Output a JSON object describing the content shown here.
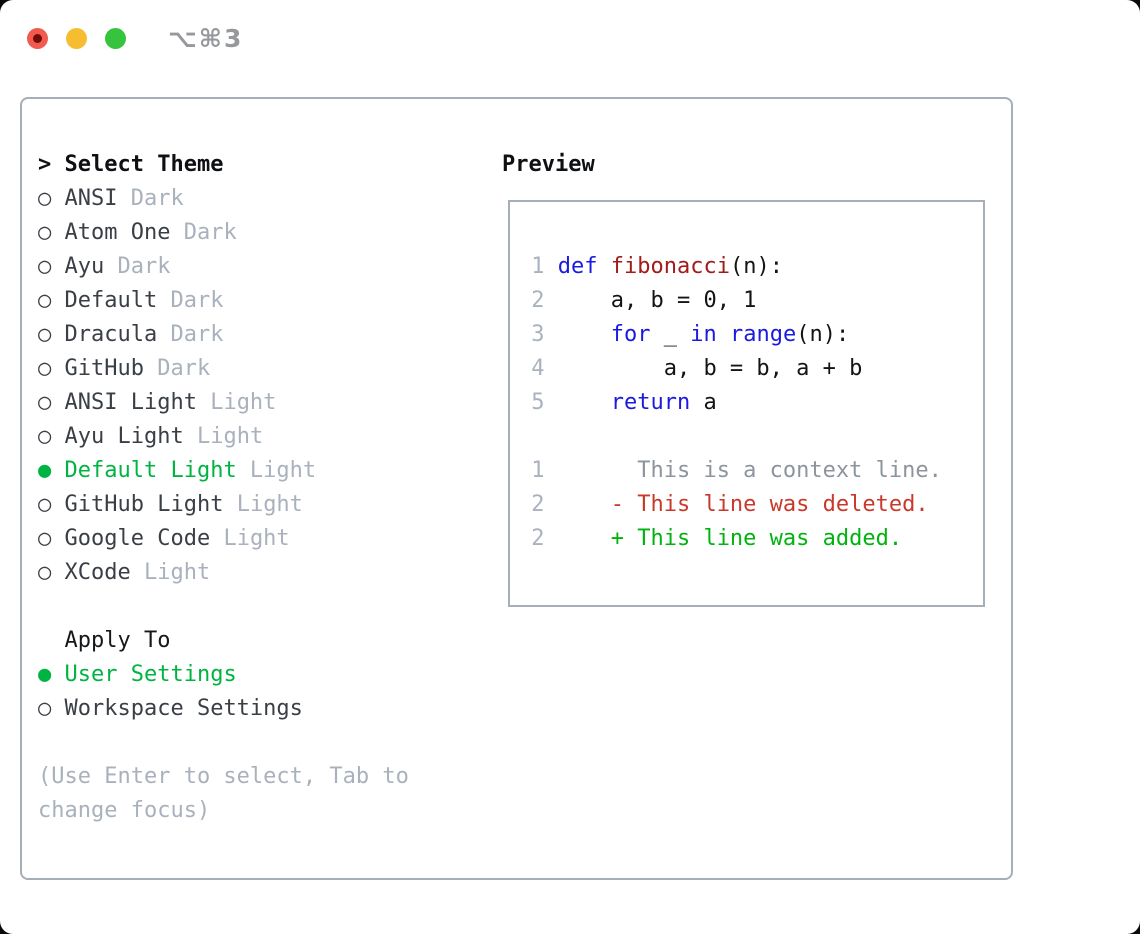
{
  "window": {
    "title": "⌥⌘3"
  },
  "markers": {
    "header_prefix": "> ",
    "selected": "●",
    "unselected": "○"
  },
  "theme_panel": {
    "header": "Select Theme",
    "items": [
      {
        "name": "ANSI",
        "tag": "Dark",
        "selected": false
      },
      {
        "name": "Atom One",
        "tag": "Dark",
        "selected": false
      },
      {
        "name": "Ayu",
        "tag": "Dark",
        "selected": false
      },
      {
        "name": "Default",
        "tag": "Dark",
        "selected": false
      },
      {
        "name": "Dracula",
        "tag": "Dark",
        "selected": false
      },
      {
        "name": "GitHub",
        "tag": "Dark",
        "selected": false
      },
      {
        "name": "ANSI Light",
        "tag": "Light",
        "selected": false
      },
      {
        "name": "Ayu Light",
        "tag": "Light",
        "selected": false
      },
      {
        "name": "Default Light",
        "tag": "Light",
        "selected": true
      },
      {
        "name": "GitHub Light",
        "tag": "Light",
        "selected": false
      },
      {
        "name": "Google Code",
        "tag": "Light",
        "selected": false
      },
      {
        "name": "XCode",
        "tag": "Light",
        "selected": false
      }
    ]
  },
  "apply_panel": {
    "header": "Apply To",
    "options": [
      {
        "name": "User Settings",
        "selected": true
      },
      {
        "name": "Workspace Settings",
        "selected": false
      }
    ]
  },
  "help": [
    "(Use Enter to select, Tab to",
    "change focus)"
  ],
  "preview": {
    "title": "Preview",
    "lines": [
      {
        "name": "code-line-1",
        "tokens": [
          {
            "t": " 1 ",
            "c": "ln"
          },
          {
            "t": "def",
            "c": "kw"
          },
          {
            "t": " "
          },
          {
            "t": "fibonacci",
            "c": "fn"
          },
          {
            "t": "(n):"
          }
        ]
      },
      {
        "name": "code-line-2",
        "tokens": [
          {
            "t": " 2 ",
            "c": "ln"
          },
          {
            "t": "    a, b = 0, 1"
          }
        ]
      },
      {
        "name": "code-line-3",
        "tokens": [
          {
            "t": " 3 ",
            "c": "ln"
          },
          {
            "t": "    "
          },
          {
            "t": "for",
            "c": "kw"
          },
          {
            "t": " _ "
          },
          {
            "t": "in",
            "c": "kw"
          },
          {
            "t": " "
          },
          {
            "t": "range",
            "c": "kw"
          },
          {
            "t": "(n):"
          }
        ]
      },
      {
        "name": "code-line-4",
        "tokens": [
          {
            "t": " 4 ",
            "c": "ln"
          },
          {
            "t": "        a, b = b, a + b"
          }
        ]
      },
      {
        "name": "code-line-5",
        "tokens": [
          {
            "t": " 5 ",
            "c": "ln"
          },
          {
            "t": "    "
          },
          {
            "t": "return",
            "c": "kw"
          },
          {
            "t": " a"
          }
        ]
      },
      {
        "name": "blank-line",
        "tokens": []
      },
      {
        "name": "diff-context-line",
        "tokens": [
          {
            "t": " 1 ",
            "c": "ln"
          },
          {
            "t": "      This is a context line.",
            "c": "ctx"
          }
        ]
      },
      {
        "name": "diff-deleted-line",
        "tokens": [
          {
            "t": " 2 ",
            "c": "ln"
          },
          {
            "t": "    - This line was deleted.",
            "c": "del"
          }
        ]
      },
      {
        "name": "diff-added-line",
        "tokens": [
          {
            "t": " 2 ",
            "c": "ln"
          },
          {
            "t": "    + This line was added.",
            "c": "add"
          }
        ]
      }
    ]
  },
  "colors": {
    "accent_green": "#00b442",
    "keyword_blue": "#1a1ae0",
    "function_red": "#a31a1a",
    "diff_deleted_red": "#c9392b",
    "diff_added_green": "#00b30f",
    "muted_gray": "#a9b1bd",
    "context_gray": "#8d949d",
    "border_gray": "#a6aeb8",
    "item_text": "#3a3f46",
    "traffic_red": "#f2594f",
    "traffic_yellow": "#f7bd30",
    "traffic_green": "#36c33e"
  }
}
